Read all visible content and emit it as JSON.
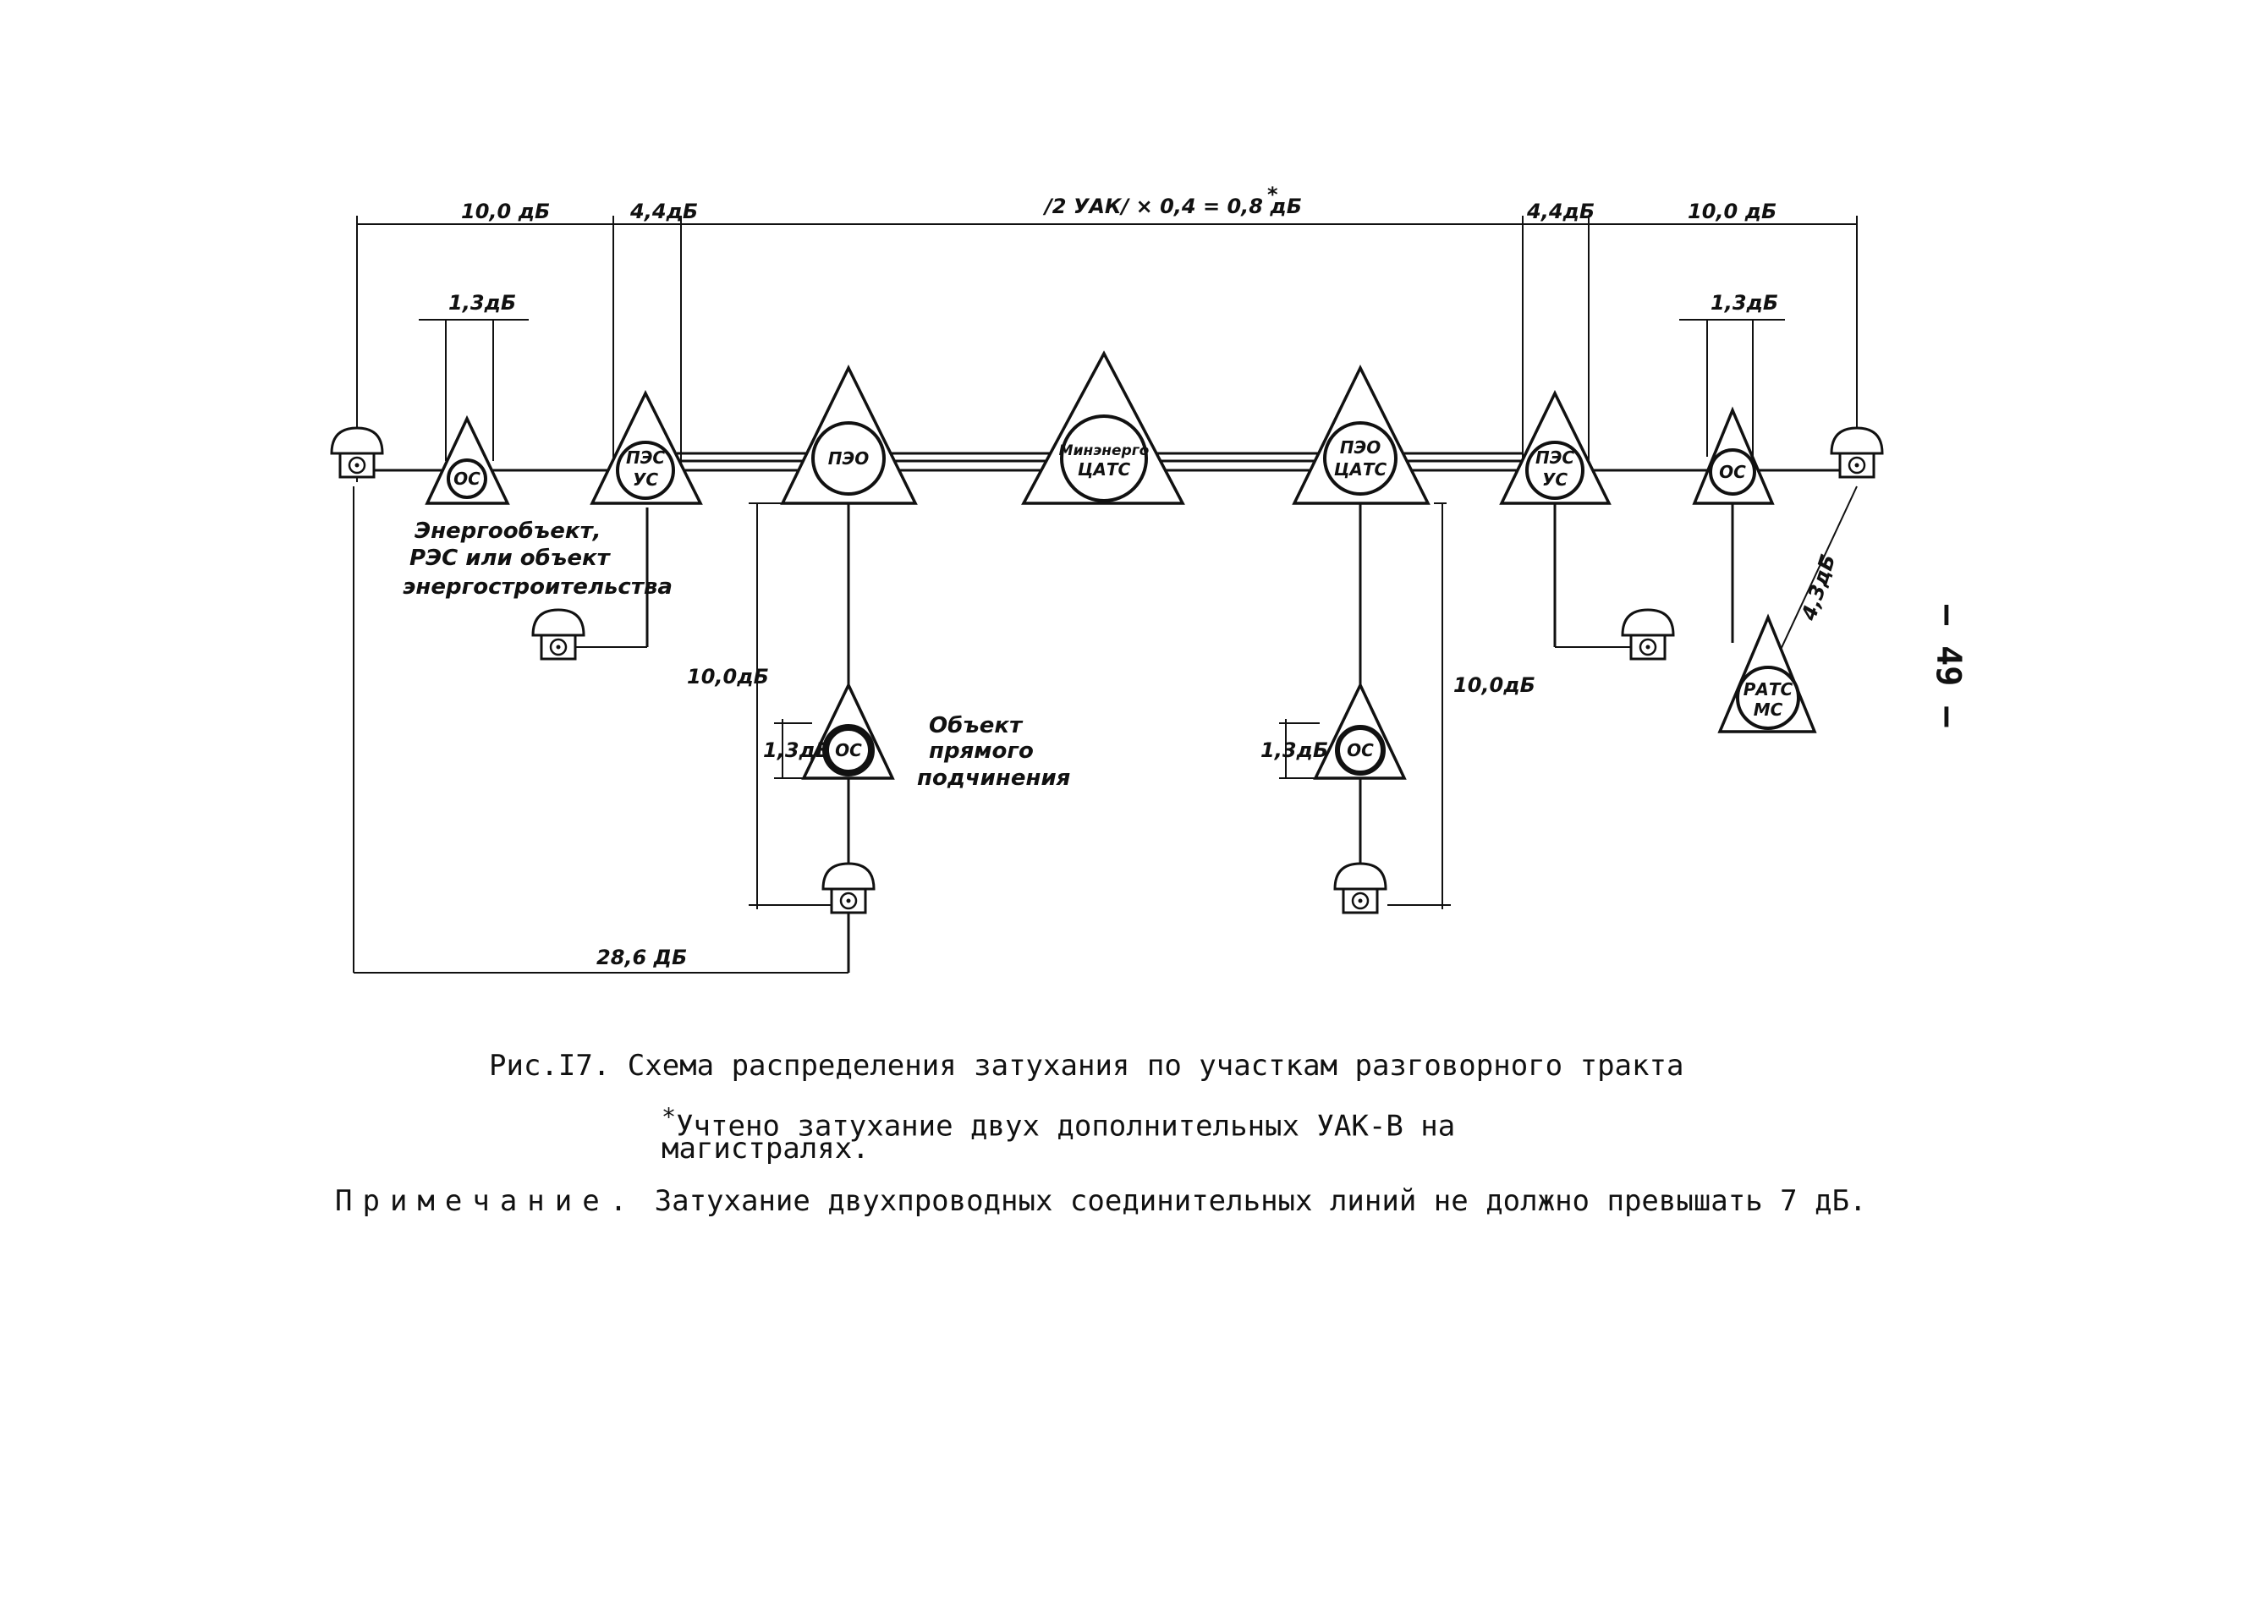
{
  "figure": {
    "dimensions": {
      "top_left": "10,0 дБ",
      "top_left2": "4,4дБ",
      "top_center": "/2 УАК/ × 0,4 = 0,8 дБ",
      "top_center_mark": "*",
      "top_right2": "4,4дБ",
      "top_right": "10,0 дБ",
      "os_left": "1,3дБ",
      "os_right": "1,3дБ",
      "down_left": "10,0дБ",
      "down_right": "10,0дБ",
      "os_mid_left": "1,3дБ",
      "os_mid_right": "1,3дБ",
      "ratc": "4,3дБ",
      "bottom": "28,6 ДБ"
    },
    "nodes": {
      "os1": "ОС",
      "pes1_a": "ПЭС",
      "pes1_b": "УС",
      "peo": "ПЭО",
      "minenergo_a": "Минэнерго",
      "minenergo_b": "ЦАТС",
      "peo2_a": "ПЭО",
      "peo2_b": "ЦАТС",
      "pes2_a": "ПЭС",
      "pes2_b": "УС",
      "os2": "ОС",
      "os3": "ОС",
      "os4": "ОС",
      "ratc_a": "РАТС",
      "ratc_b": "МС"
    },
    "labels": {
      "energy_1": "Энергообъект,",
      "energy_2": "РЭС или объект",
      "energy_3": "энергостроительства",
      "direct_1": "Объект",
      "direct_2": "прямого",
      "direct_3": "подчинения"
    },
    "page_number": "– 49 –"
  },
  "caption": {
    "title": "Рис.I7. Схема распределения затухания по участкам разговорного тракта",
    "footnote_mark": "*",
    "footnote_line1": "Учтено затухание двух дополнительных УАК-В на",
    "footnote_line2": "магистралях.",
    "note_label": "Примечание.",
    "note_text": " Затухание двухпроводных соединительных линий не должно превышать 7 дБ."
  }
}
